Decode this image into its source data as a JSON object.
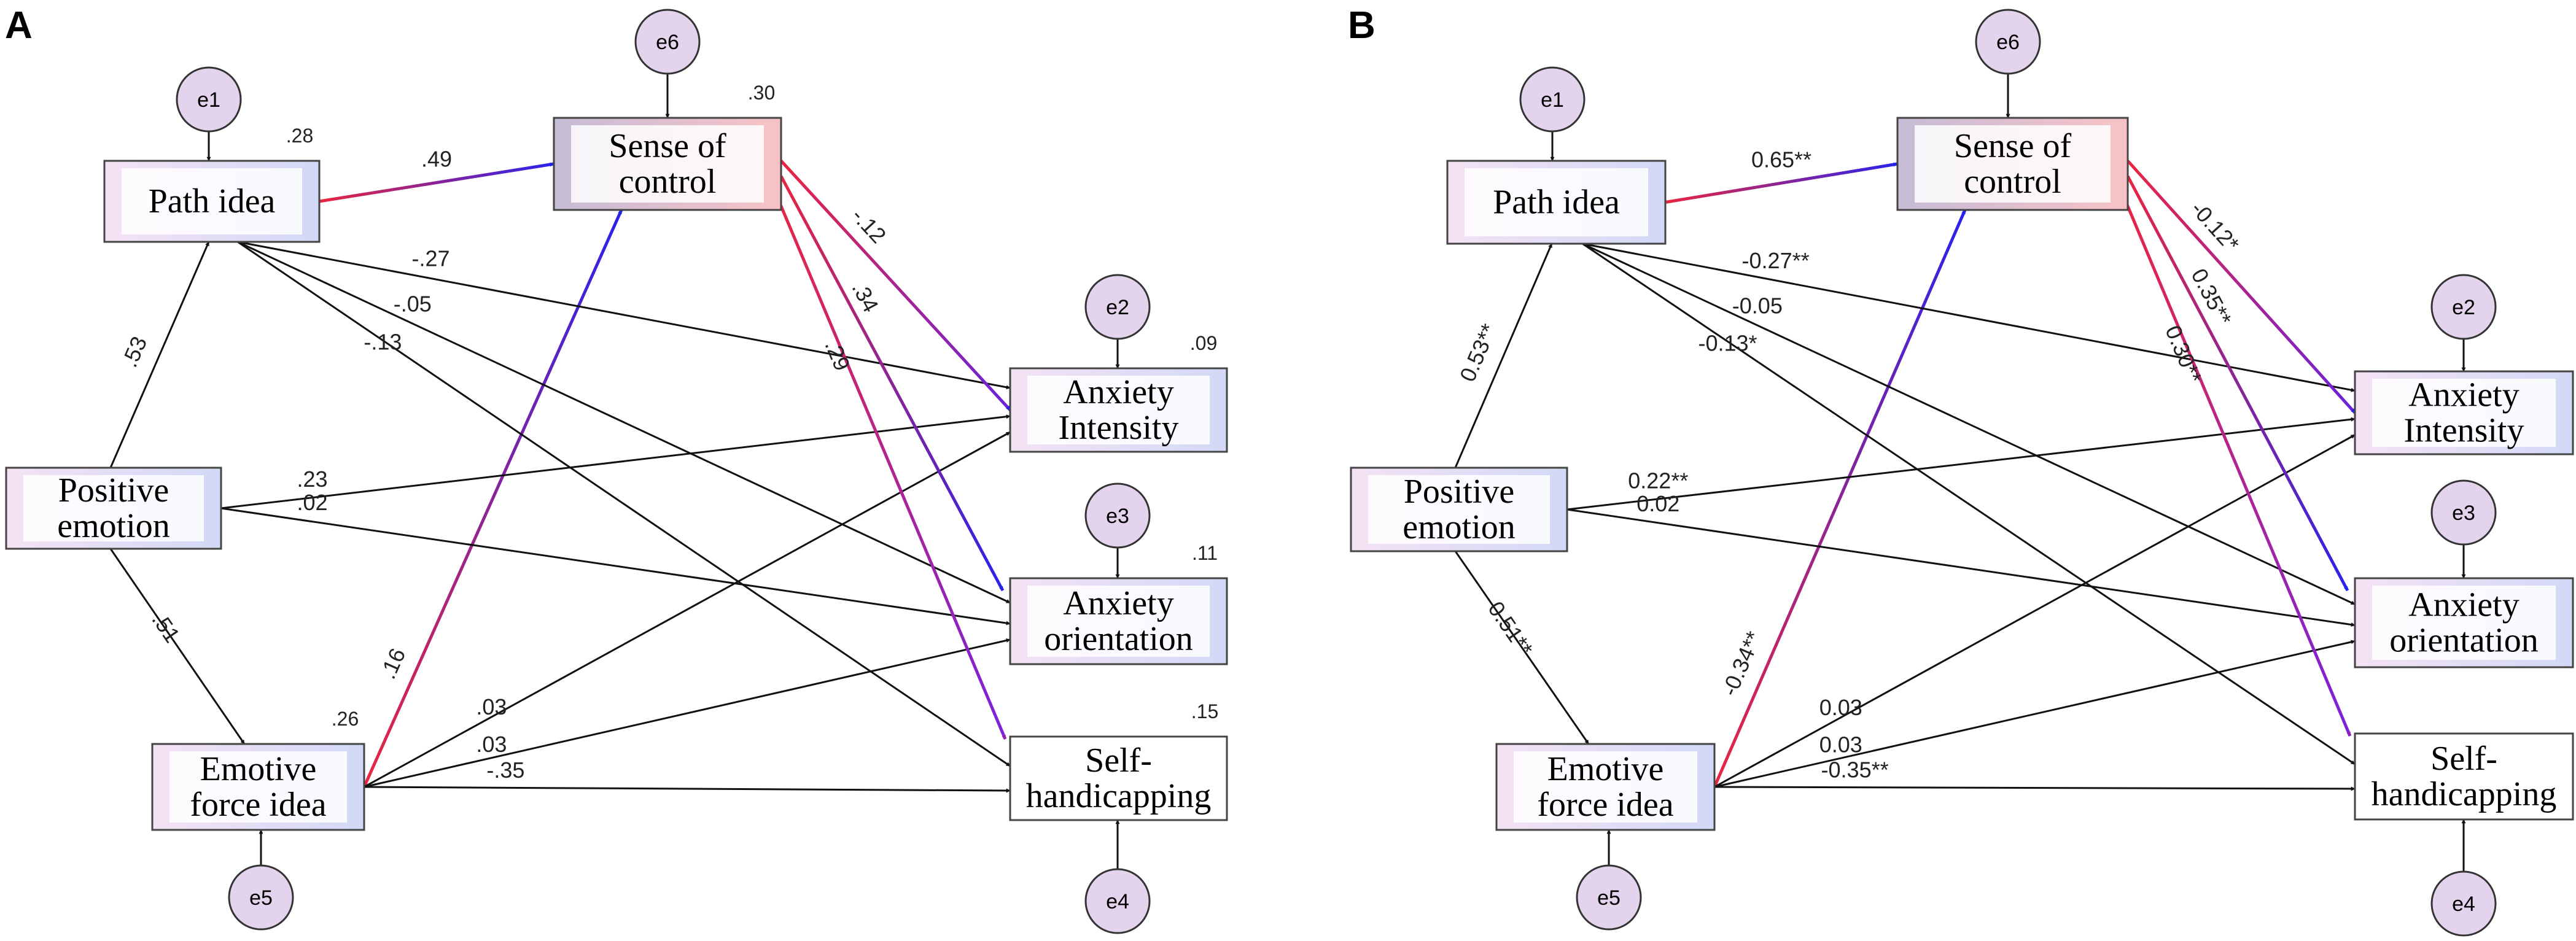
{
  "panels": [
    {
      "label": "A",
      "nodes": {
        "path": {
          "lines": [
            "Path idea"
          ],
          "r2": ".28"
        },
        "sense": {
          "lines": [
            "Sense of",
            "control"
          ],
          "r2": ".30"
        },
        "pos": {
          "lines": [
            "Positive",
            "emotion"
          ],
          "r2": ""
        },
        "emot": {
          "lines": [
            "Emotive",
            "force idea"
          ],
          "r2": ".26"
        },
        "ai": {
          "lines": [
            "Anxiety",
            "Intensity"
          ],
          "r2": ".09"
        },
        "ao": {
          "lines": [
            "Anxiety",
            "orientation"
          ],
          "r2": ".11"
        },
        "sh": {
          "lines": [
            "Self-",
            "handicapping"
          ],
          "r2": ".15"
        }
      },
      "errors": {
        "e1": "e1",
        "e2": "e2",
        "e3": "e3",
        "e4": "e4",
        "e5": "e5",
        "e6": "e6"
      },
      "paths": {
        "path_sense": ".49",
        "pos_path": ".53",
        "pos_emot": ".51",
        "emot_sense": ".16",
        "path_ai": "-.27",
        "path_ao": "-.05",
        "path_sh": "-.13",
        "pos_ai": ".23",
        "pos_ao": ".02",
        "emot_ai": ".03",
        "emot_ao": ".03",
        "emot_sh": "-.35",
        "sense_ai": "-.12",
        "sense_ao": ".34",
        "sense_sh": ".29"
      }
    },
    {
      "label": "B",
      "nodes": {
        "path": {
          "lines": [
            "Path idea"
          ],
          "r2": ""
        },
        "sense": {
          "lines": [
            "Sense of",
            "control"
          ],
          "r2": ""
        },
        "pos": {
          "lines": [
            "Positive",
            "emotion"
          ],
          "r2": ""
        },
        "emot": {
          "lines": [
            "Emotive",
            "force idea"
          ],
          "r2": ""
        },
        "ai": {
          "lines": [
            "Anxiety",
            "Intensity"
          ],
          "r2": ""
        },
        "ao": {
          "lines": [
            "Anxiety",
            "orientation"
          ],
          "r2": ""
        },
        "sh": {
          "lines": [
            "Self-",
            "handicapping"
          ],
          "r2": ""
        }
      },
      "errors": {
        "e1": "e1",
        "e2": "e2",
        "e3": "e3",
        "e4": "e4",
        "e5": "e5",
        "e6": "e6"
      },
      "paths": {
        "path_sense": "0.65**",
        "pos_path": "0.53**",
        "pos_emot": "0.51**",
        "emot_sense": "-0.34**",
        "path_ai": "-0.27**",
        "path_ao": "-0.05",
        "path_sh": "-0.13*",
        "pos_ai": "0.22**",
        "pos_ao": "0.02",
        "emot_ai": "0.03",
        "emot_ao": "0.03",
        "emot_sh": "-0.35**",
        "sense_ai": "-0.12*",
        "sense_ao": "0.35**",
        "sense_sh": "0.30**"
      }
    }
  ],
  "colors": {
    "black_arrow": "#111111",
    "warm_red": "#e0245a",
    "blue": "#2222ee",
    "purple": "#9a1faa",
    "circle_fill": "#e3d3ec",
    "box_pink": "#f6e8f6",
    "box_blue": "#d6dcf6",
    "sense_left": "#c9bfd8",
    "sense_right": "#f6c3c7"
  }
}
